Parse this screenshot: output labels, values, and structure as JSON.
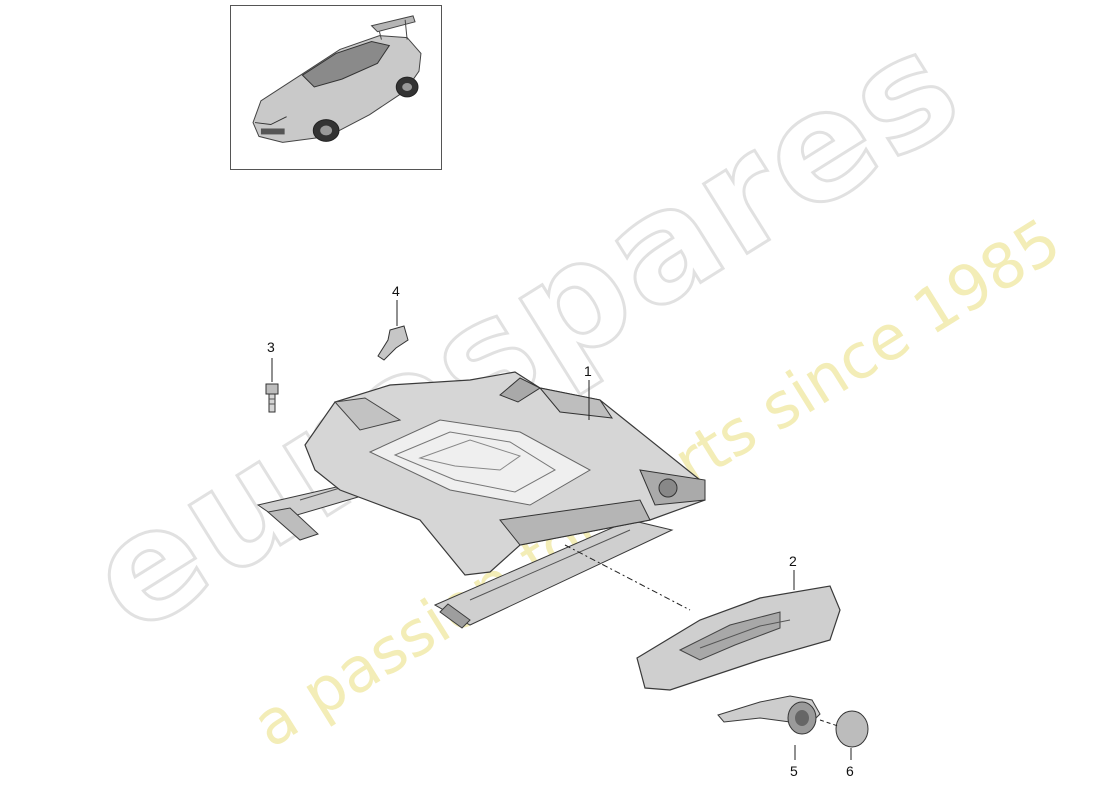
{
  "diagram": {
    "callouts": [
      {
        "id": "1",
        "label": "1"
      },
      {
        "id": "2",
        "label": "2"
      },
      {
        "id": "3",
        "label": "3"
      },
      {
        "id": "4",
        "label": "4"
      },
      {
        "id": "5",
        "label": "5"
      },
      {
        "id": "6",
        "label": "6"
      }
    ]
  },
  "watermark": {
    "brand": "eurospares",
    "slogan": "a passion for parts since 1985"
  },
  "colors": {
    "part_fill": "#d2d2d2",
    "part_stroke": "#3a3a3a",
    "leader": "#222222",
    "watermark_brand": "#dcdcdc",
    "watermark_slogan": "#efe7a0"
  }
}
